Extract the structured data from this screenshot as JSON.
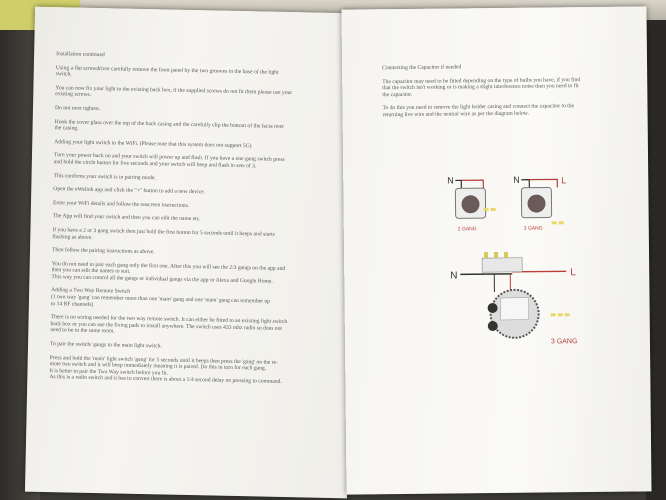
{
  "left_page": {
    "lines": [
      "Installation continued",
      "",
      "Using a flat screwdriver carefully remove the front panel by the two grooves in the base of the light",
      "switch.",
      "",
      "You can now fix your light to the existing back box, if the supplied screws do not fit them please use your",
      "existing screws.",
      "",
      "Do not over tighten.",
      "",
      "Hook the cover glass over the top of the back casing and the carefully clip the bottom of the facia over",
      "the casing.",
      "",
      "Adding your light switch to the WiFi. (Please note that this system does not support 5G)",
      "",
      "Turn your power back on and your switch will power up and flash. If you have a one gang switch press",
      "and hold the circle button for five seconds and your switch will beep and flash in sets of 3.",
      "",
      "This confirms your switch is in pairing mode.",
      "",
      "Open the eWelink app and click the \"+\" button to add a new device.",
      "",
      "Enter your WiFi details and follow the onscreen instructions.",
      "",
      "The App will find your switch and then you can edit the name etc.",
      "",
      "If you have a 2 or 3 gang switch then just hold the first button for 5 seconds until it beeps and starts",
      "flashing as above.",
      "",
      "Then follow the pairing instructions as above.",
      "",
      "You do not need to pair each gang only the first one. After this you will see the 2/3 gangs on the app and",
      "then you can edit the names to suit.",
      "This way you can control all the gangs or individual gangs via the app or Alexa and Google Home.",
      "",
      "Adding a Two Way Remote Switch",
      "(1 two way 'gang' can remember more than one 'main' gang and one 'main' gang can remember up",
      "to 14 RF channels)",
      "",
      "There is no wiring needed for the two way remote switch. It can either be fitted to an existing light switch",
      "back box or you can use the fixing pads to install anywhere. The switch uses 433 mhz radio so does not",
      "need to be in the same room.",
      "",
      "To pair the switch/ gangs to the main light switch.",
      "",
      "Press and hold the 'main' light switch 'gang' for 5 seconds until it beeps then press the 'gang' on the re-",
      "mote two switch and it will beep immediately meaning it is paired. Do this in turn for each gang.",
      "It is better to pair the Two Way switch before you fit.",
      "As this is a radio switch and it has to convert there is about a 1/4 second delay on pressing to command."
    ]
  },
  "right_page": {
    "lines": [
      "Connecting the Capacitor if needed",
      "",
      "The capacitor may need to be fitted depending on the type of bulbs you have, if you find",
      "that the switch isn't working or is making a slight interference noise then you need to fit",
      "the capacitor.",
      "",
      "To do this you need to remove the light holder casing and connect the capacitor to the",
      "returning live wire and the neutral wire as per the diagram below."
    ],
    "diagram": {
      "n_label": "N",
      "l_label": "L",
      "two_gang_label": "2 GANG",
      "three_gang_label": "3 GANG",
      "three_gang_big_label": "3 GANG"
    }
  }
}
